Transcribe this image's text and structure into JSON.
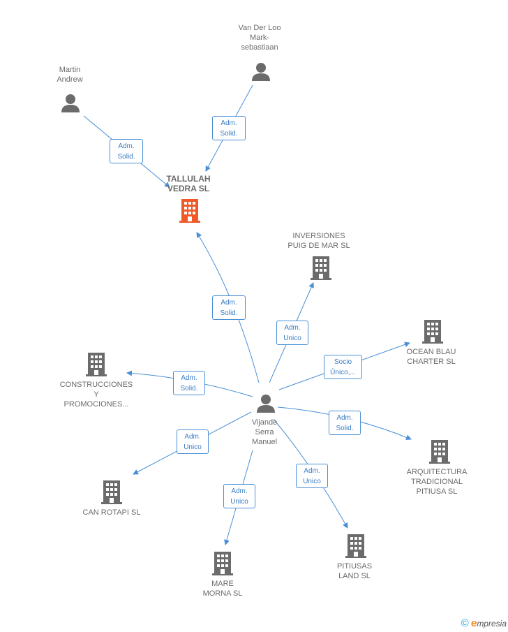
{
  "colors": {
    "edge": "#4a8fd6",
    "icon": "#6b6b6b",
    "focus_icon": "#f05a28"
  },
  "nodes": {
    "van_der_loo": {
      "label": "Van Der Loo\nMark-\nsebastiaan",
      "icon": "person-icon"
    },
    "martin_andrew": {
      "label": "Martin\nAndrew",
      "icon": "person-icon"
    },
    "tallulah": {
      "label": "TALLULAH\nVEDRA SL",
      "icon": "building-icon"
    },
    "inversiones": {
      "label": "INVERSIONES\nPUIG DE MAR SL",
      "icon": "building-icon"
    },
    "ocean": {
      "label": "OCEAN BLAU\nCHARTER SL",
      "icon": "building-icon"
    },
    "construcciones": {
      "label": "CONSTRUCCIONES\nY\nPROMOCIONES...",
      "icon": "building-icon"
    },
    "vijande": {
      "label": "Vijande\nSerra\nManuel",
      "icon": "person-icon"
    },
    "arquitectura": {
      "label": "ARQUITECTURA\nTRADICIONAL\nPITIUSA  SL",
      "icon": "building-icon"
    },
    "can_rotapi": {
      "label": "CAN ROTAPI SL",
      "icon": "building-icon"
    },
    "mare": {
      "label": "MARE\nMORNA SL",
      "icon": "building-icon"
    },
    "pitiusas": {
      "label": "PITIUSAS\nLAND  SL",
      "icon": "building-icon"
    }
  },
  "edges": {
    "van_der_loo_tallulah": "Adm.\nSolid.",
    "martin_tallulah": "Adm.\nSolid.",
    "vijande_tallulah": "Adm.\nSolid.",
    "vijande_inversiones": "Adm.\nUnico",
    "vijande_ocean": "Socio\nÚnico,...",
    "vijande_construcciones": "Adm.\nSolid.",
    "vijande_arquitectura": "Adm.\nSolid.",
    "vijande_can_rotapi": "Adm.\nUnico",
    "vijande_mare": "Adm.\nUnico",
    "vijande_pitiusas": "Adm.\nUnico"
  },
  "footer": {
    "copyright": "©",
    "brand_initial": "e",
    "brand_rest": "mpresia"
  }
}
